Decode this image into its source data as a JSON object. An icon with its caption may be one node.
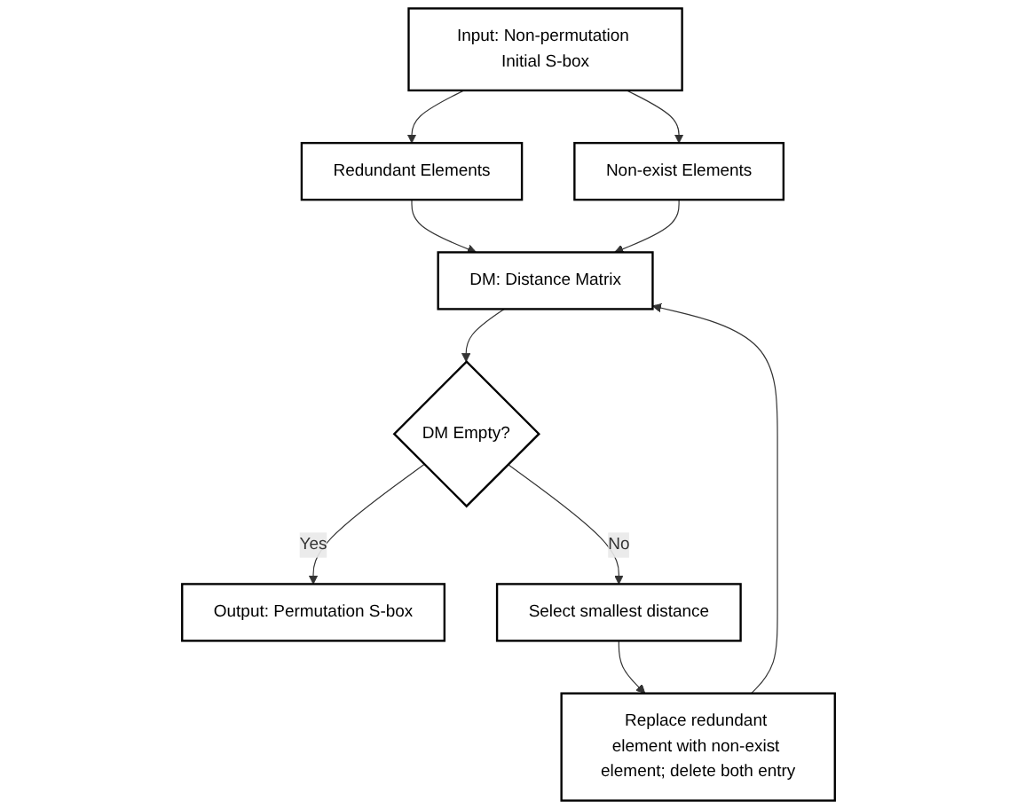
{
  "diagram": {
    "nodes": [
      {
        "text": [
          "Input: Non-permutation Initial S-box"
        ]
      },
      {
        "text": [
          "Redundant Elements"
        ]
      },
      {
        "text": [
          "Non-exist Elements"
        ]
      },
      {
        "text": [
          "DM: Distance Matrix"
        ]
      },
      {
        "text": [
          "DM Empty?"
        ]
      },
      {
        "text": [
          "Output: Permutation S-box"
        ]
      },
      {
        "text": [
          "Select smallest distance"
        ]
      },
      {
        "text": [
          "Replace redundant element with non-exist element; delete both entry"
        ]
      }
    ],
    "edges": [
      {
        "from": 0,
        "to": 1,
        "arrow": "to"
      },
      {
        "from": 0,
        "to": 2,
        "arrow": "to"
      },
      {
        "from": 1,
        "to": 3,
        "arrow": "to"
      },
      {
        "from": 2,
        "to": 3,
        "arrow": "to"
      },
      {
        "from": 3,
        "to": 4,
        "arrow": "to"
      },
      {
        "from": 4,
        "to": 5,
        "arrow": "to",
        "label": "Yes"
      },
      {
        "from": 4,
        "to": 6,
        "arrow": "to",
        "label": "No"
      },
      {
        "from": 6,
        "to": 7,
        "arrow": "to"
      },
      {
        "from": 7,
        "to": 3,
        "arrow": "to"
      }
    ]
  }
}
